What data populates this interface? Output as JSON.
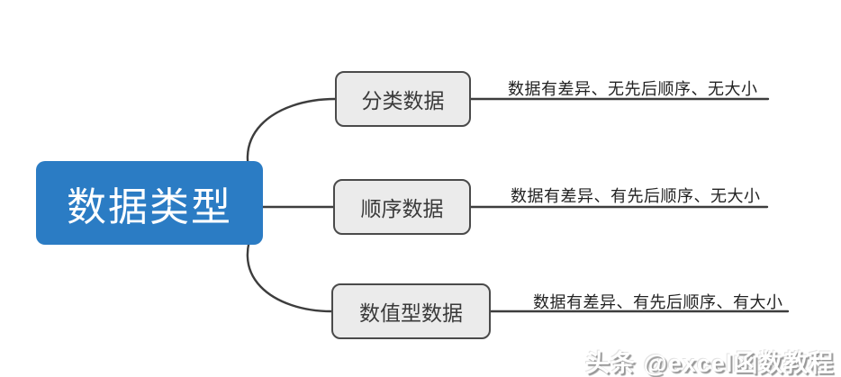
{
  "root": {
    "label": "数据类型"
  },
  "branches": [
    {
      "label": "分类数据",
      "desc": "数据有差异、无先后顺序、无大小"
    },
    {
      "label": "顺序数据",
      "desc": "数据有差异、有先后顺序、无大小"
    },
    {
      "label": "数值型数据",
      "desc": "数据有差异、有先后顺序、有大小"
    }
  ],
  "watermark": "头条 @excel函数教程",
  "colors": {
    "root_fill": "#2b7cc4",
    "root_text": "#ffffff",
    "node_fill": "#ebebeb",
    "node_border": "#4a4a4a",
    "line": "#3d3d3d",
    "desc_text": "#222222"
  }
}
